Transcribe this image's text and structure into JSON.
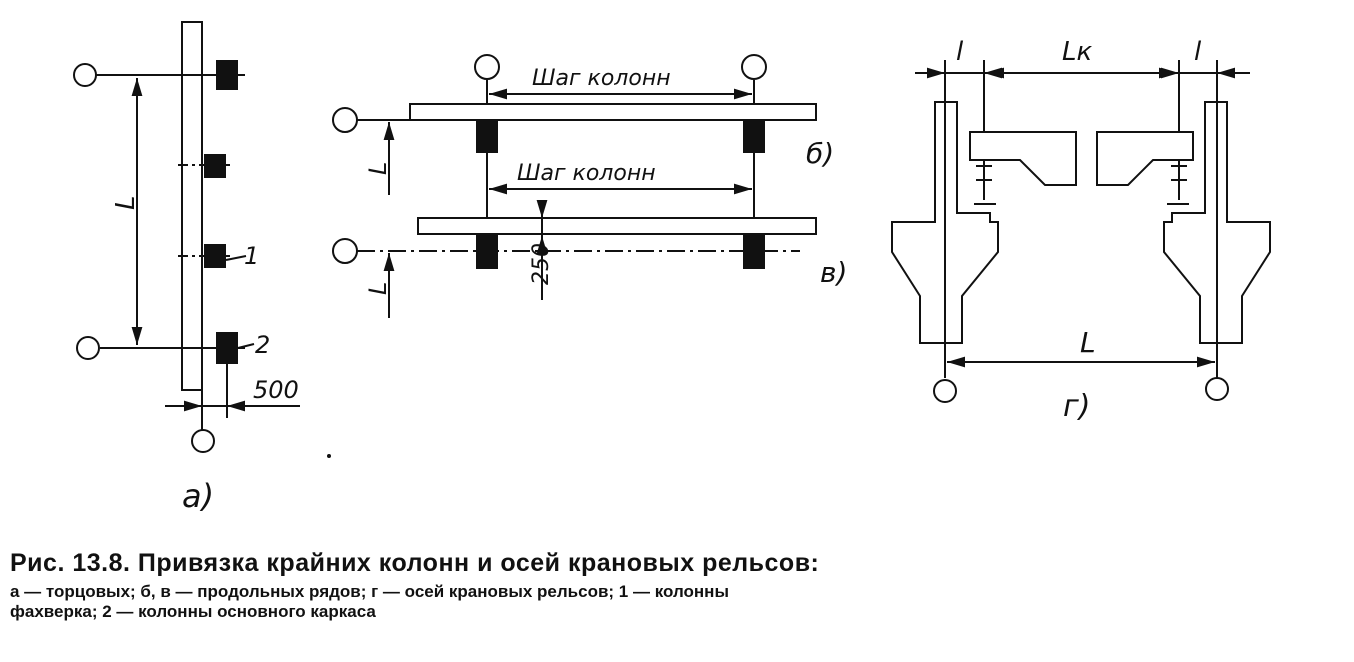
{
  "figure": {
    "panel_a": {
      "label": "а)",
      "dim_L": "L",
      "dim_500": "500",
      "callout_1": "1",
      "callout_2": "2"
    },
    "panel_b": {
      "label": "б)",
      "step_label": "Шаг колонн",
      "dim_L": "L"
    },
    "panel_v": {
      "label": "в)",
      "step_label": "Шаг колонн",
      "dim_L": "L",
      "dim_250": "250"
    },
    "panel_g": {
      "label": "г)",
      "dim_l_left": "l",
      "dim_Lk": "Lк",
      "dim_l_right": "l",
      "dim_L": "L"
    }
  },
  "caption": {
    "title": "Рис. 13.8. Привязка крайних колонн и осей крановых рельсов:",
    "line1": "а — торцовых; б, в — продольных рядов; г — осей крановых рельсов; 1 — колонны",
    "line2": "фахверка; 2 — колонны основного каркаса"
  }
}
